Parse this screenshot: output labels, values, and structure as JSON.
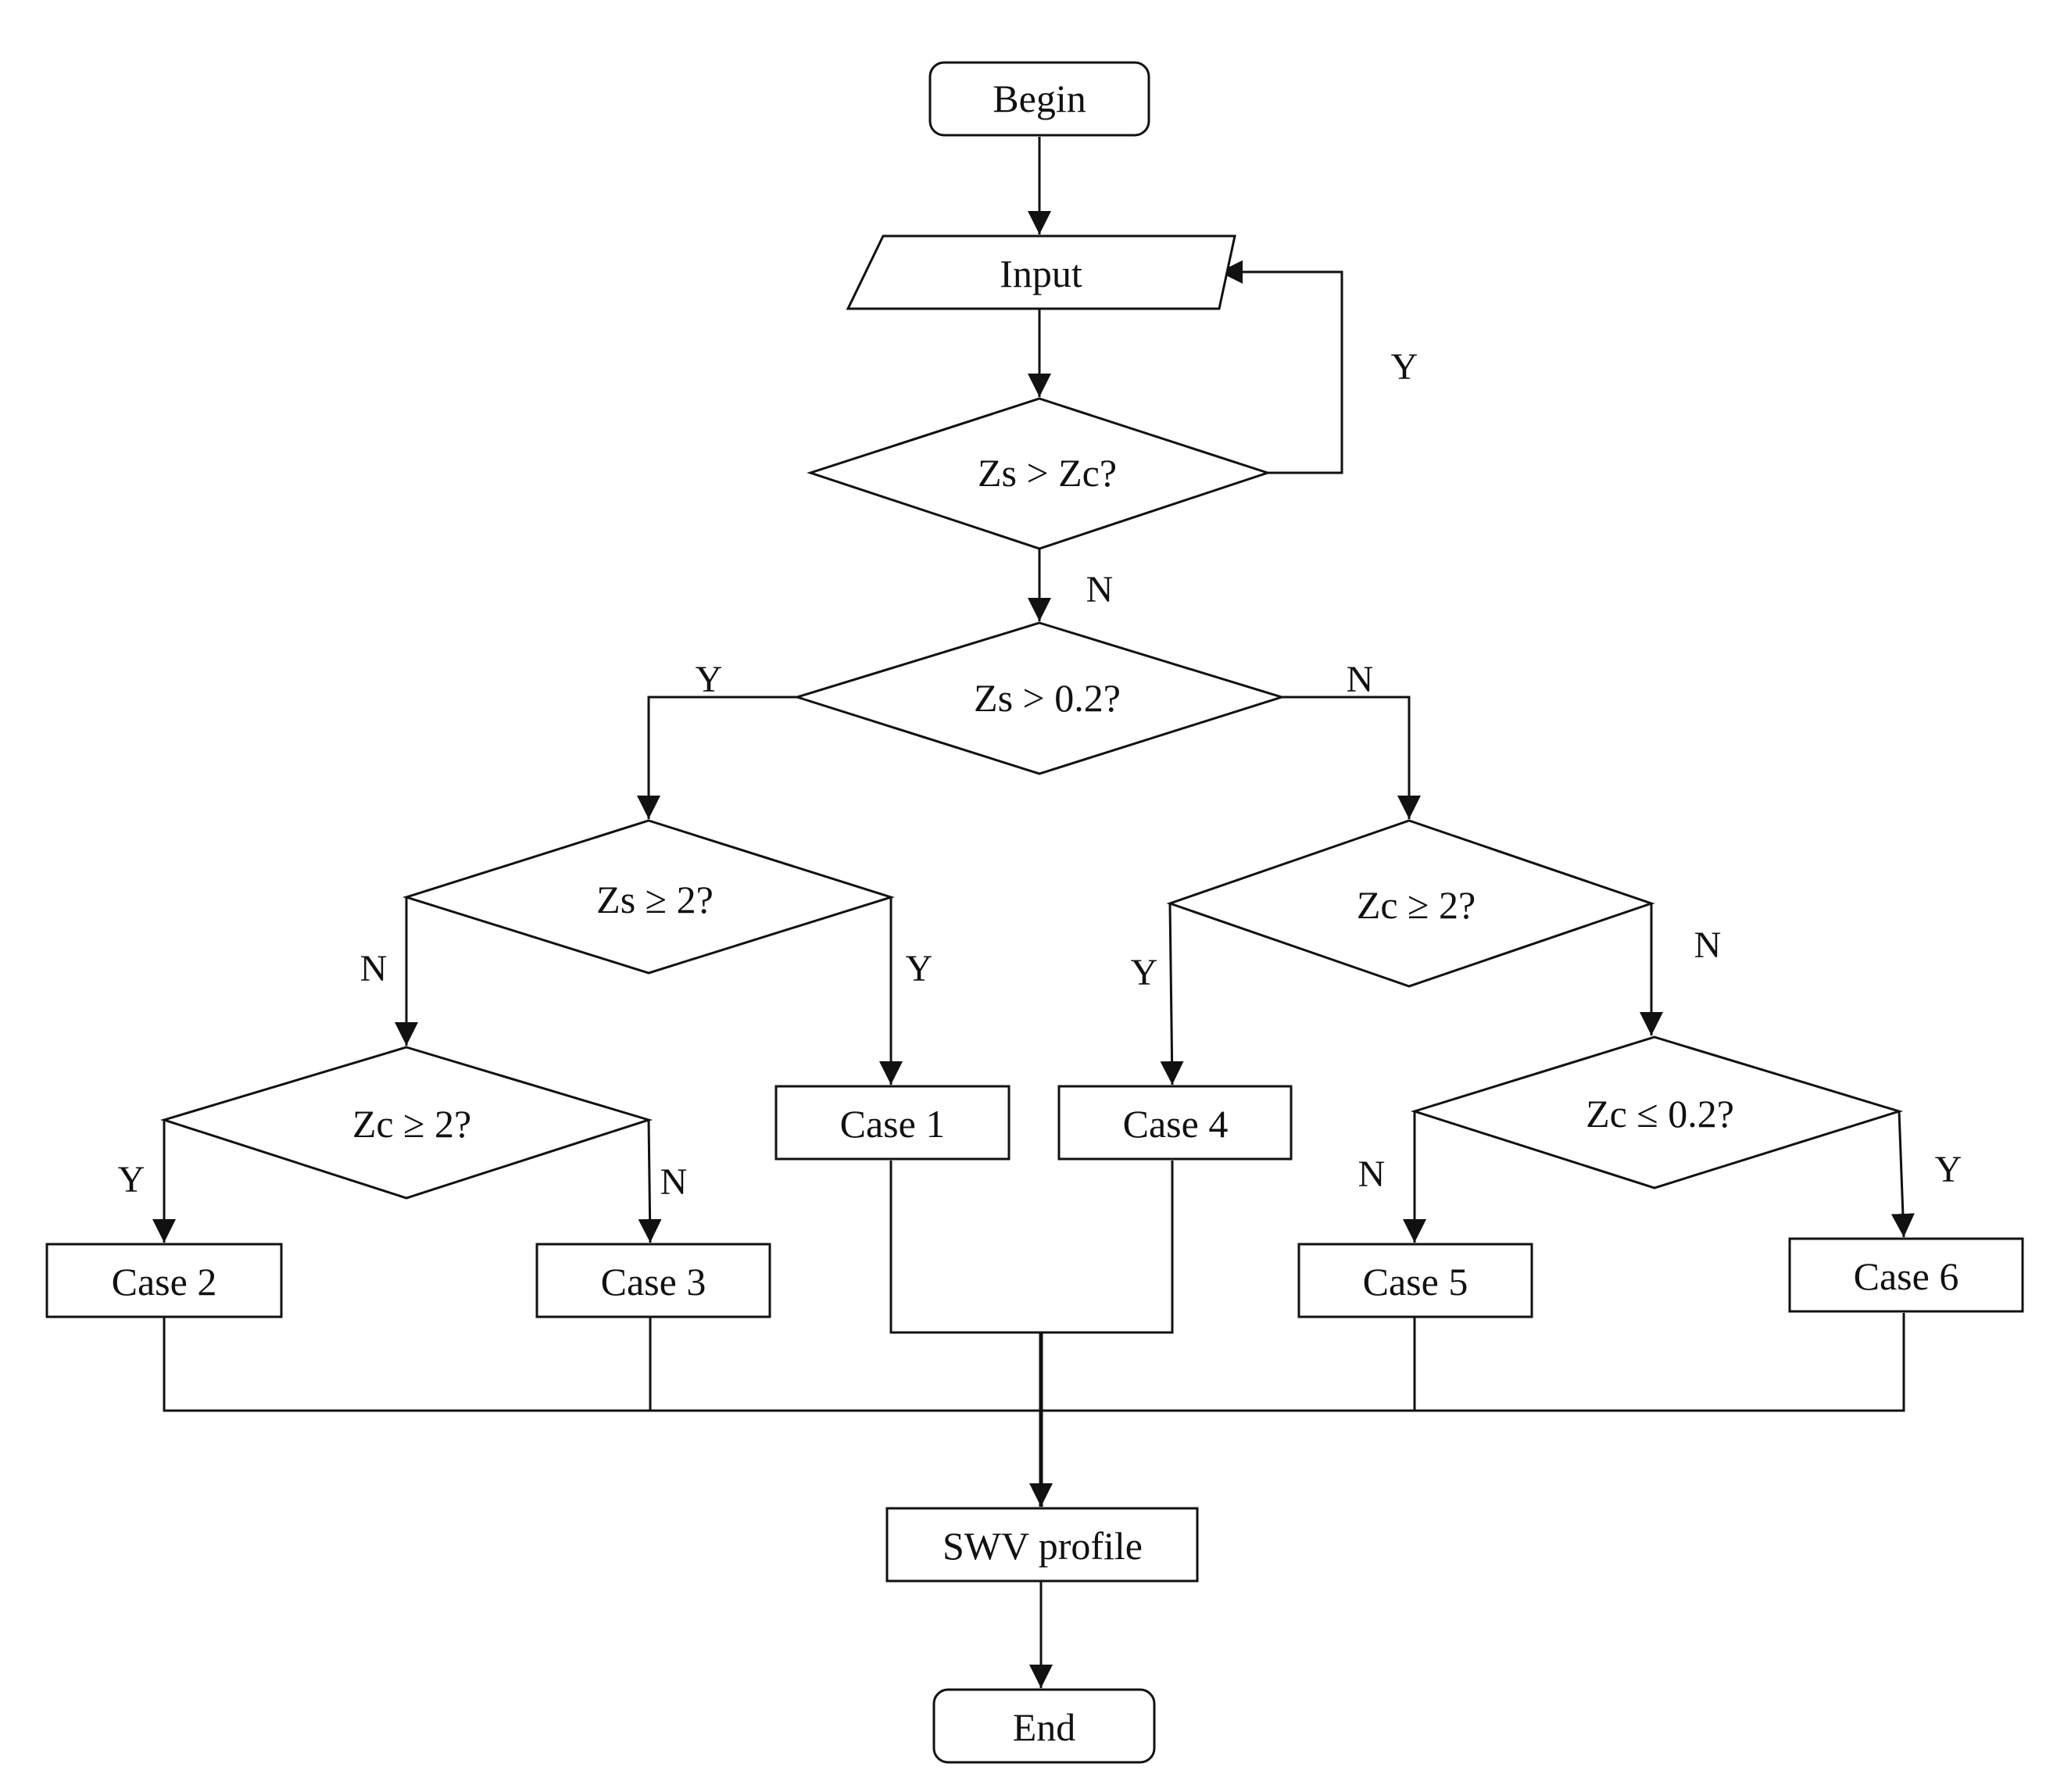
{
  "nodes": {
    "begin": "Begin",
    "input": "Input",
    "decision_zs_gt_zc": "Zs > Zc?",
    "decision_zs_gt_02": "Zs > 0.2?",
    "decision_zs_ge_2": "Zs ≥ 2?",
    "decision_zc_ge_2_left": "Zc ≥ 2?",
    "decision_zc_ge_2_right": "Zc ≥ 2?",
    "decision_zc_le_02": "Zc ≤ 0.2?",
    "case1": "Case 1",
    "case2": "Case 2",
    "case3": "Case 3",
    "case4": "Case 4",
    "case5": "Case 5",
    "case6": "Case 6",
    "swv_profile": "SWV profile",
    "end": "End"
  },
  "branches": {
    "loop_yes": "Y",
    "zs_gt_zc_no": "N",
    "zs_gt_02_yes": "Y",
    "zs_gt_02_no": "N",
    "zs_ge_2_no": "N",
    "zs_ge_2_yes": "Y",
    "zc_ge_2_left_yes": "Y",
    "zc_ge_2_left_no": "N",
    "zc_ge_2_right_yes": "Y",
    "zc_ge_2_right_no": "N",
    "zc_le_02_no": "N",
    "zc_le_02_yes": "Y"
  },
  "colors": {
    "stroke": "#111111",
    "background": "#ffffff"
  }
}
